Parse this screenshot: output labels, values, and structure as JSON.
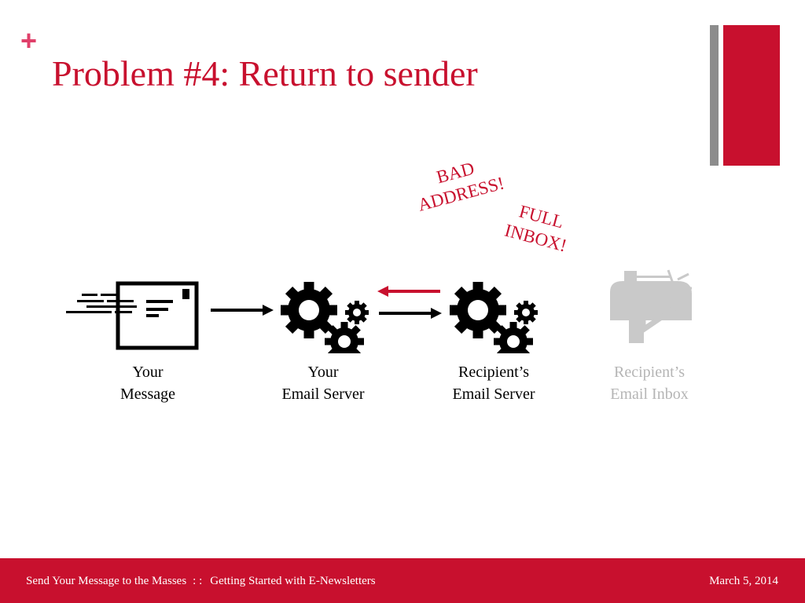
{
  "colors": {
    "accent": "#c8102e",
    "title": "#c8102e",
    "plus": "#e0406a",
    "gray_bar": "#8c8c8c",
    "icon": "#000000",
    "faded": "#c9c9c9",
    "faded_text": "#b5b5b5",
    "text": "#000000"
  },
  "slide": {
    "plus": "+",
    "title": "Problem #4: Return to sender"
  },
  "callouts": {
    "bad_address": [
      "BAD",
      "ADDRESS!"
    ],
    "full_inbox": [
      "FULL",
      "INBOX!"
    ]
  },
  "nodes": [
    {
      "line1": "Your",
      "line2": "Message",
      "icon": "envelope-icon"
    },
    {
      "line1": "Your",
      "line2": "Email Server",
      "icon": "gears-icon"
    },
    {
      "line1": "Recipient’s",
      "line2": "Email Server",
      "icon": "gears-icon"
    },
    {
      "line1": "Recipient’s",
      "line2": "Email Inbox",
      "icon": "mailbox-icon",
      "faded": true
    }
  ],
  "footer": {
    "left": "Send Your Message to the Masses",
    "separator": ": :",
    "subtitle": "Getting Started with E-Newsletters",
    "date": "March 5, 2014"
  }
}
